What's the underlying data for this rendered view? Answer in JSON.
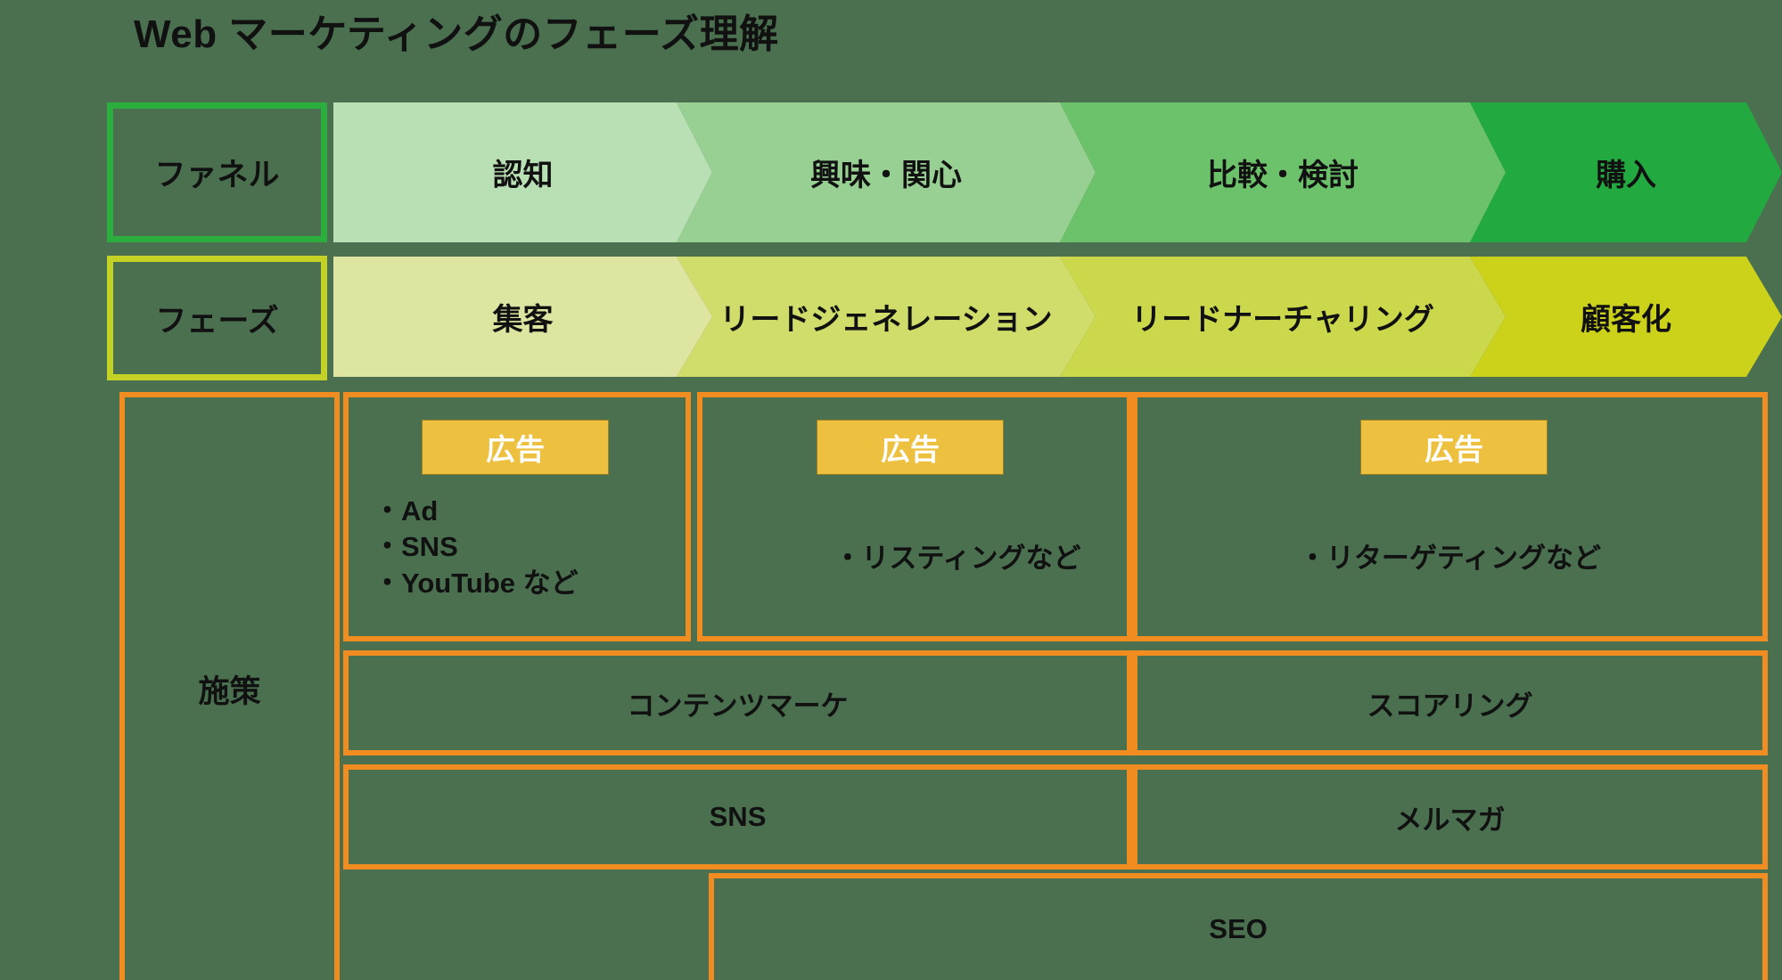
{
  "title": "Web マーケティングのフェーズ理解",
  "colors": {
    "background": "#4a7050",
    "funnel_border": "#2bae3e",
    "phase_border": "#c3d224",
    "measure_border": "#f18d20",
    "badge_bg": "#eec03f",
    "badge_text": "#ffffff",
    "text": "#111111"
  },
  "rows": {
    "funnel": {
      "label": "ファネル",
      "stages": [
        {
          "label": "認知",
          "color": "#b9dfb4"
        },
        {
          "label": "興味・関心",
          "color": "#98cf92"
        },
        {
          "label": "比較・検討",
          "color": "#6cc26a"
        },
        {
          "label": "購入",
          "color": "#22a93f"
        }
      ]
    },
    "phase": {
      "label": "フェーズ",
      "stages": [
        {
          "label": "集客",
          "color": "#dde5a0"
        },
        {
          "label": "リードジェネレーション",
          "color": "#d1dd6a"
        },
        {
          "label": "リードナーチャリング",
          "color": "#cbd84c"
        },
        {
          "label": "顧客化",
          "color": "#ccd119"
        }
      ]
    },
    "measure": {
      "label": "施策",
      "ad_badge_label": "広告",
      "columns": [
        {
          "badge": "広告",
          "items": [
            "・Ad",
            "・SNS",
            "・YouTube など"
          ]
        },
        {
          "badge": "広告",
          "items": [
            "・リスティングなど"
          ]
        },
        {
          "badge": "広告",
          "items": [
            "・リターゲティングなど"
          ]
        }
      ],
      "band_row_1": [
        {
          "label": "コンテンツマーケ"
        },
        {
          "label": "スコアリング"
        }
      ],
      "band_row_2": [
        {
          "label": "SNS"
        },
        {
          "label": "メルマガ"
        }
      ],
      "band_row_3": [
        {
          "label": "SEO"
        }
      ]
    }
  }
}
